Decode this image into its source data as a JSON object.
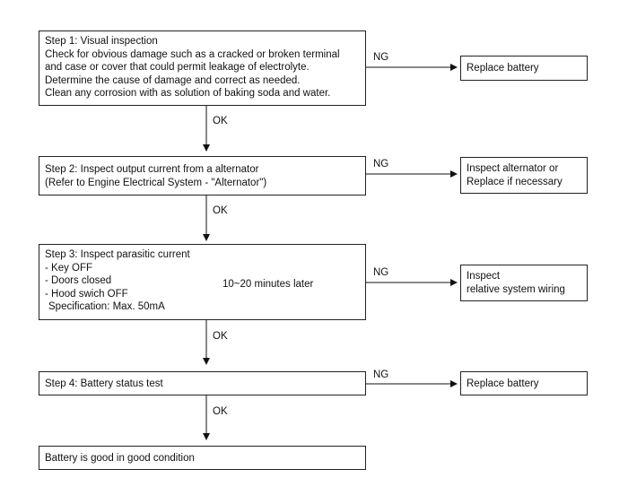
{
  "step1": {
    "lines": [
      "Step 1: Visual inspection",
      "Check for obvious damage such as a cracked or broken terminal",
      "and case or cover that could permit leakage of electrolyte.",
      "Determine the cause of damage and correct as needed.",
      "Clean any corrosion with as solution of baking soda and water."
    ]
  },
  "step2": {
    "lines": [
      "Step 2: Inspect output current from a alternator",
      "(Refer to Engine Electrical System - \"Alternator\")"
    ]
  },
  "step3": {
    "title": "Step 3: Inspect parasitic current",
    "items": [
      "- Key OFF",
      "- Doors closed",
      "- Hood swich OFF"
    ],
    "spec": "Specification: Max. 50mA",
    "bracket_note": "10~20 minutes later"
  },
  "step4": {
    "label": "Step 4: Battery status test"
  },
  "final": {
    "label": "Battery is good in good condition"
  },
  "results": {
    "r1": [
      "Replace battery"
    ],
    "r2": [
      "Inspect alternator or",
      "Replace if necessary"
    ],
    "r3": [
      "Inspect",
      "relative system wiring"
    ],
    "r4": [
      "Replace battery"
    ]
  },
  "labels": {
    "ok": "OK",
    "ng": "NG"
  }
}
